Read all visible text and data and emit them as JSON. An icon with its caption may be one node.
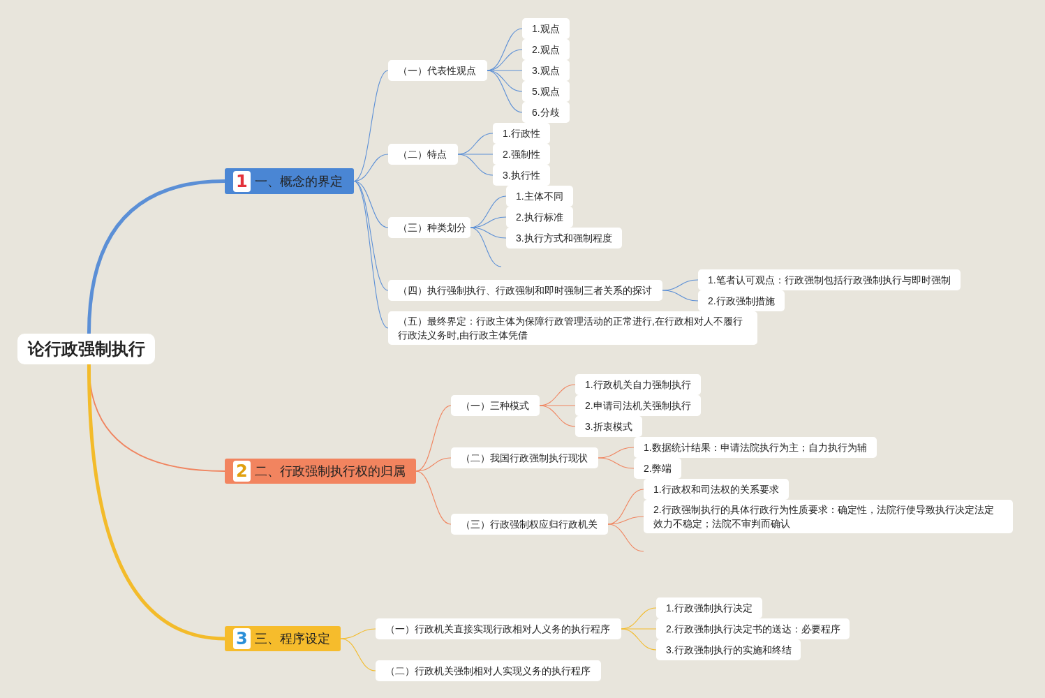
{
  "diagram": {
    "nodes": [
      {
        "text": [
          "论行政强制执行"
        ]
      },
      {
        "text": [
          "1",
          "一、概念的界定"
        ]
      },
      {
        "text": [
          "（一）代表性观点"
        ]
      },
      {
        "text": [
          "1.观点"
        ]
      },
      {
        "text": [
          "2.观点"
        ]
      },
      {
        "text": [
          "3.观点"
        ]
      },
      {
        "text": [
          "5.观点"
        ]
      },
      {
        "text": [
          "6.分歧"
        ]
      },
      {
        "text": [
          "（二）特点"
        ]
      },
      {
        "text": [
          "1.行政性"
        ]
      },
      {
        "text": [
          "2.强制性"
        ]
      },
      {
        "text": [
          "3.执行性"
        ]
      },
      {
        "text": [
          "（三）种类划分"
        ]
      },
      {
        "text": [
          "1.主体不同"
        ]
      },
      {
        "text": [
          "2.执行标准"
        ]
      },
      {
        "text": [
          "3.执行方式和强制程度"
        ]
      },
      {
        "text": [
          "（四）执行强制执行、行政强制和即时强制三者关系的探讨"
        ]
      },
      {
        "text": [
          "1.笔者认可观点：行政强制包括行政强制执行与即时强制"
        ]
      },
      {
        "text": [
          "2.行政强制措施"
        ]
      },
      {
        "text": [
          "（五）最终界定：行政主体为保障行政管理活动的正常进行,在行政相对人不履行行政法义务时,由行政主体凭借"
        ]
      },
      {
        "text": [
          "2",
          "二、行政强制执行权的归属"
        ]
      },
      {
        "text": [
          "（一）三种模式"
        ]
      },
      {
        "text": [
          "1.行政机关自力强制执行"
        ]
      },
      {
        "text": [
          "2.申请司法机关强制执行"
        ]
      },
      {
        "text": [
          "3.折衷模式"
        ]
      },
      {
        "text": [
          "（二）我国行政强制执行现状"
        ]
      },
      {
        "text": [
          "1.数据统计结果：申请法院执行为主；自力执行为辅"
        ]
      },
      {
        "text": [
          "2.弊端"
        ]
      },
      {
        "text": [
          "（三）行政强制权应归行政机关"
        ]
      },
      {
        "text": [
          "1.行政权和司法权的关系要求"
        ]
      },
      {
        "text": [
          "2.行政强制执行的具体行政行为性质要求：确定性，法院行使导致执行决定法定效力不稳定；法院不审判而确认"
        ]
      },
      {
        "text": [
          "3",
          "三、程序设定"
        ]
      },
      {
        "text": [
          "（一）行政机关直接实现行政相对人义务的执行程序"
        ]
      },
      {
        "text": [
          "1.行政强制执行决定"
        ]
      },
      {
        "text": [
          "2.行政强制执行决定书的送达：必要程序"
        ]
      },
      {
        "text": [
          "3.行政强制执行的实施和终结"
        ]
      },
      {
        "text": [
          "（二）行政机关强制相对人实现义务的执行程序"
        ]
      }
    ],
    "edges": [
      {
        "from": 0,
        "to": 1,
        "arrow": "none",
        "style": "thick"
      },
      {
        "from": 0,
        "to": 20,
        "arrow": "none",
        "color": "#f0845f"
      },
      {
        "from": 0,
        "to": 31,
        "arrow": "none",
        "style": "thick",
        "color": "#f3bb2a"
      },
      {
        "from": 1,
        "to": 2,
        "arrow": "none"
      },
      {
        "from": 1,
        "to": 8,
        "arrow": "none"
      },
      {
        "from": 1,
        "to": 12,
        "arrow": "none"
      },
      {
        "from": 1,
        "to": 16,
        "arrow": "none"
      },
      {
        "from": 1,
        "to": 19,
        "arrow": "none"
      },
      {
        "from": 2,
        "to": 3,
        "arrow": "none"
      },
      {
        "from": 2,
        "to": 4,
        "arrow": "none"
      },
      {
        "from": 2,
        "to": 5,
        "arrow": "none"
      },
      {
        "from": 2,
        "to": 6,
        "arrow": "none"
      },
      {
        "from": 2,
        "to": 7,
        "arrow": "none"
      },
      {
        "from": 8,
        "to": 9,
        "arrow": "none"
      },
      {
        "from": 8,
        "to": 10,
        "arrow": "none"
      },
      {
        "from": 8,
        "to": 11,
        "arrow": "none"
      },
      {
        "from": 12,
        "to": 13,
        "arrow": "none"
      },
      {
        "from": 12,
        "to": 14,
        "arrow": "none"
      },
      {
        "from": 12,
        "to": 15,
        "arrow": "none"
      },
      {
        "from": 12,
        "to": null,
        "arrow": "none"
      },
      {
        "from": 16,
        "to": 17,
        "arrow": "none"
      },
      {
        "from": 16,
        "to": 18,
        "arrow": "none"
      },
      {
        "from": 20,
        "to": 21,
        "arrow": "none",
        "color": "#f0845f"
      },
      {
        "from": 20,
        "to": 25,
        "arrow": "none",
        "color": "#f0845f"
      },
      {
        "from": 20,
        "to": 28,
        "arrow": "none",
        "color": "#f0845f"
      },
      {
        "from": 21,
        "to": 22,
        "arrow": "none",
        "color": "#f0845f"
      },
      {
        "from": 21,
        "to": 23,
        "arrow": "none",
        "color": "#f0845f"
      },
      {
        "from": 21,
        "to": 24,
        "arrow": "none",
        "color": "#f0845f"
      },
      {
        "from": 25,
        "to": 26,
        "arrow": "none",
        "color": "#f0845f"
      },
      {
        "from": 25,
        "to": 27,
        "arrow": "none",
        "color": "#f0845f"
      },
      {
        "from": 28,
        "to": 29,
        "arrow": "none",
        "color": "#f0845f"
      },
      {
        "from": 28,
        "to": 30,
        "arrow": "none",
        "color": "#f0845f"
      },
      {
        "from": 28,
        "to": null,
        "arrow": "none",
        "color": "#f0845f"
      },
      {
        "from": 31,
        "to": 32,
        "arrow": "none",
        "color": "#f3bb2a"
      },
      {
        "from": 31,
        "to": 36,
        "arrow": "none",
        "color": "#f3bb2a"
      },
      {
        "from": 32,
        "to": 33,
        "arrow": "none",
        "color": "#f3bb2a"
      },
      {
        "from": 32,
        "to": 34,
        "arrow": "none",
        "color": "#f3bb2a"
      },
      {
        "from": 32,
        "to": 35,
        "arrow": "none",
        "color": "#f3bb2a"
      }
    ]
  }
}
